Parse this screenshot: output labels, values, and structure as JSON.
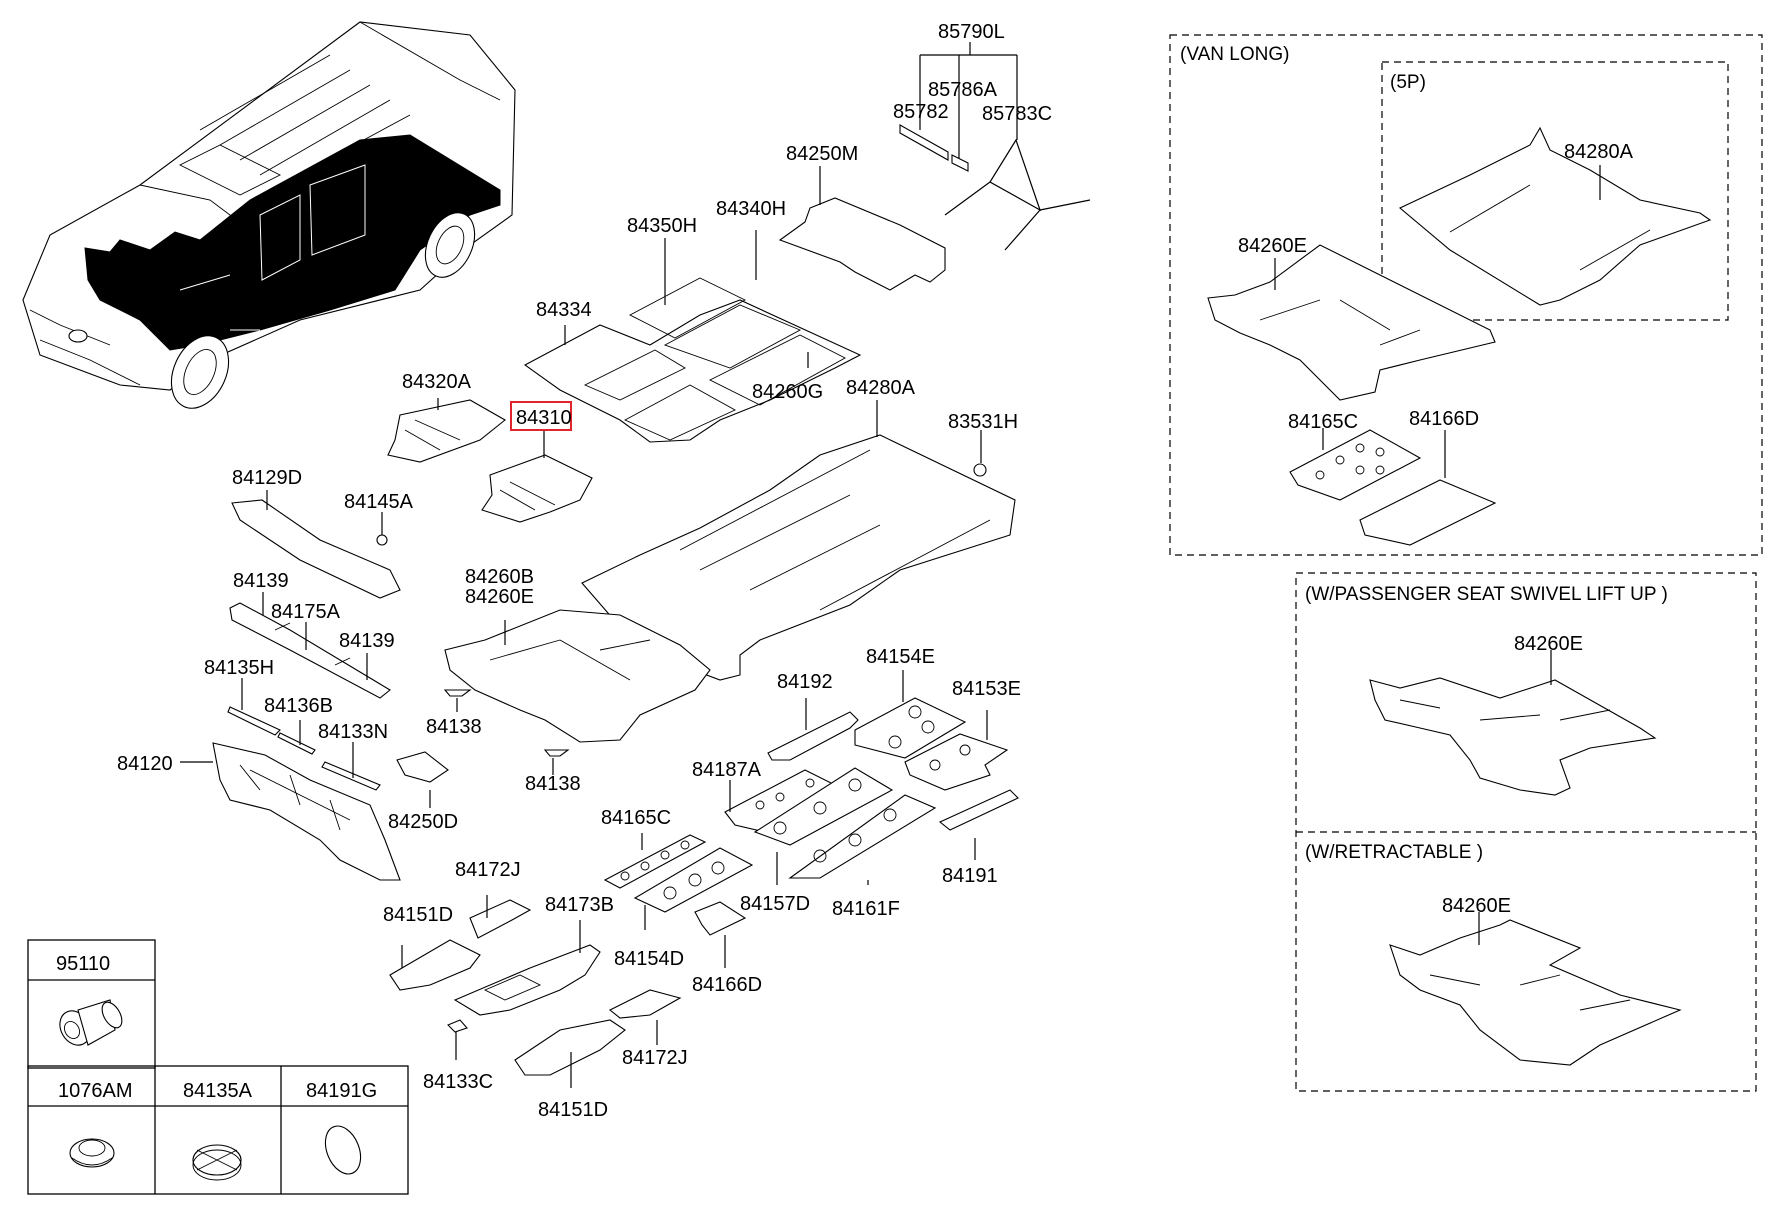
{
  "diagram": {
    "title": "Floor Covering / Isolation Pad Parts Diagram",
    "highlighted_part": "84310",
    "highlight_color": "#e0262b",
    "main_labels": [
      {
        "id": "85790L",
        "text": "85790L"
      },
      {
        "id": "85786A",
        "text": "85786A"
      },
      {
        "id": "85782",
        "text": "85782"
      },
      {
        "id": "85783C",
        "text": "85783C"
      },
      {
        "id": "84250M",
        "text": "84250M"
      },
      {
        "id": "84340H",
        "text": "84340H"
      },
      {
        "id": "84350H",
        "text": "84350H"
      },
      {
        "id": "84334",
        "text": "84334"
      },
      {
        "id": "84260G",
        "text": "84260G"
      },
      {
        "id": "84280A",
        "text": "84280A"
      },
      {
        "id": "84320A",
        "text": "84320A"
      },
      {
        "id": "84310",
        "text": "84310"
      },
      {
        "id": "83531H",
        "text": "83531H"
      },
      {
        "id": "84129D",
        "text": "84129D"
      },
      {
        "id": "84145A",
        "text": "84145A"
      },
      {
        "id": "84139a",
        "text": "84139"
      },
      {
        "id": "84175A",
        "text": "84175A"
      },
      {
        "id": "84139b",
        "text": "84139"
      },
      {
        "id": "84135H",
        "text": "84135H"
      },
      {
        "id": "84136B",
        "text": "84136B"
      },
      {
        "id": "84133N",
        "text": "84133N"
      },
      {
        "id": "84120",
        "text": "84120"
      },
      {
        "id": "84250D",
        "text": "84250D"
      },
      {
        "id": "84260B",
        "text": "84260B"
      },
      {
        "id": "84260E",
        "text": "84260E"
      },
      {
        "id": "84138a",
        "text": "84138"
      },
      {
        "id": "84138b",
        "text": "84138"
      },
      {
        "id": "84192",
        "text": "84192"
      },
      {
        "id": "84154E",
        "text": "84154E"
      },
      {
        "id": "84153E",
        "text": "84153E"
      },
      {
        "id": "84187A",
        "text": "84187A"
      },
      {
        "id": "84191",
        "text": "84191"
      },
      {
        "id": "84157D",
        "text": "84157D"
      },
      {
        "id": "84161F",
        "text": "84161F"
      },
      {
        "id": "84165C",
        "text": "84165C"
      },
      {
        "id": "84172Ja",
        "text": "84172J"
      },
      {
        "id": "84173B",
        "text": "84173B"
      },
      {
        "id": "84151Da",
        "text": "84151D"
      },
      {
        "id": "84154D",
        "text": "84154D"
      },
      {
        "id": "84166D",
        "text": "84166D"
      },
      {
        "id": "84172Jb",
        "text": "84172J"
      },
      {
        "id": "84133C",
        "text": "84133C"
      },
      {
        "id": "84151Db",
        "text": "84151D"
      }
    ],
    "insets": [
      {
        "title": "(VAN LONG)",
        "sub_title": "(5P)",
        "labels": [
          "84280A",
          "84260E",
          "84165C",
          "84166D"
        ]
      },
      {
        "title": "(W/PASSENGER SEAT SWIVEL  LIFT UP )",
        "labels": [
          "84260E"
        ]
      },
      {
        "title": "(W/RETRACTABLE )",
        "labels": [
          "84260E"
        ]
      }
    ],
    "legend_table": [
      {
        "part": "95110",
        "icon": "grommet-plug-icon"
      },
      {
        "part": "1076AM",
        "icon": "round-plug-icon"
      },
      {
        "part": "84135A",
        "icon": "cross-plug-icon"
      },
      {
        "part": "84191G",
        "icon": "oval-ring-icon"
      }
    ]
  }
}
